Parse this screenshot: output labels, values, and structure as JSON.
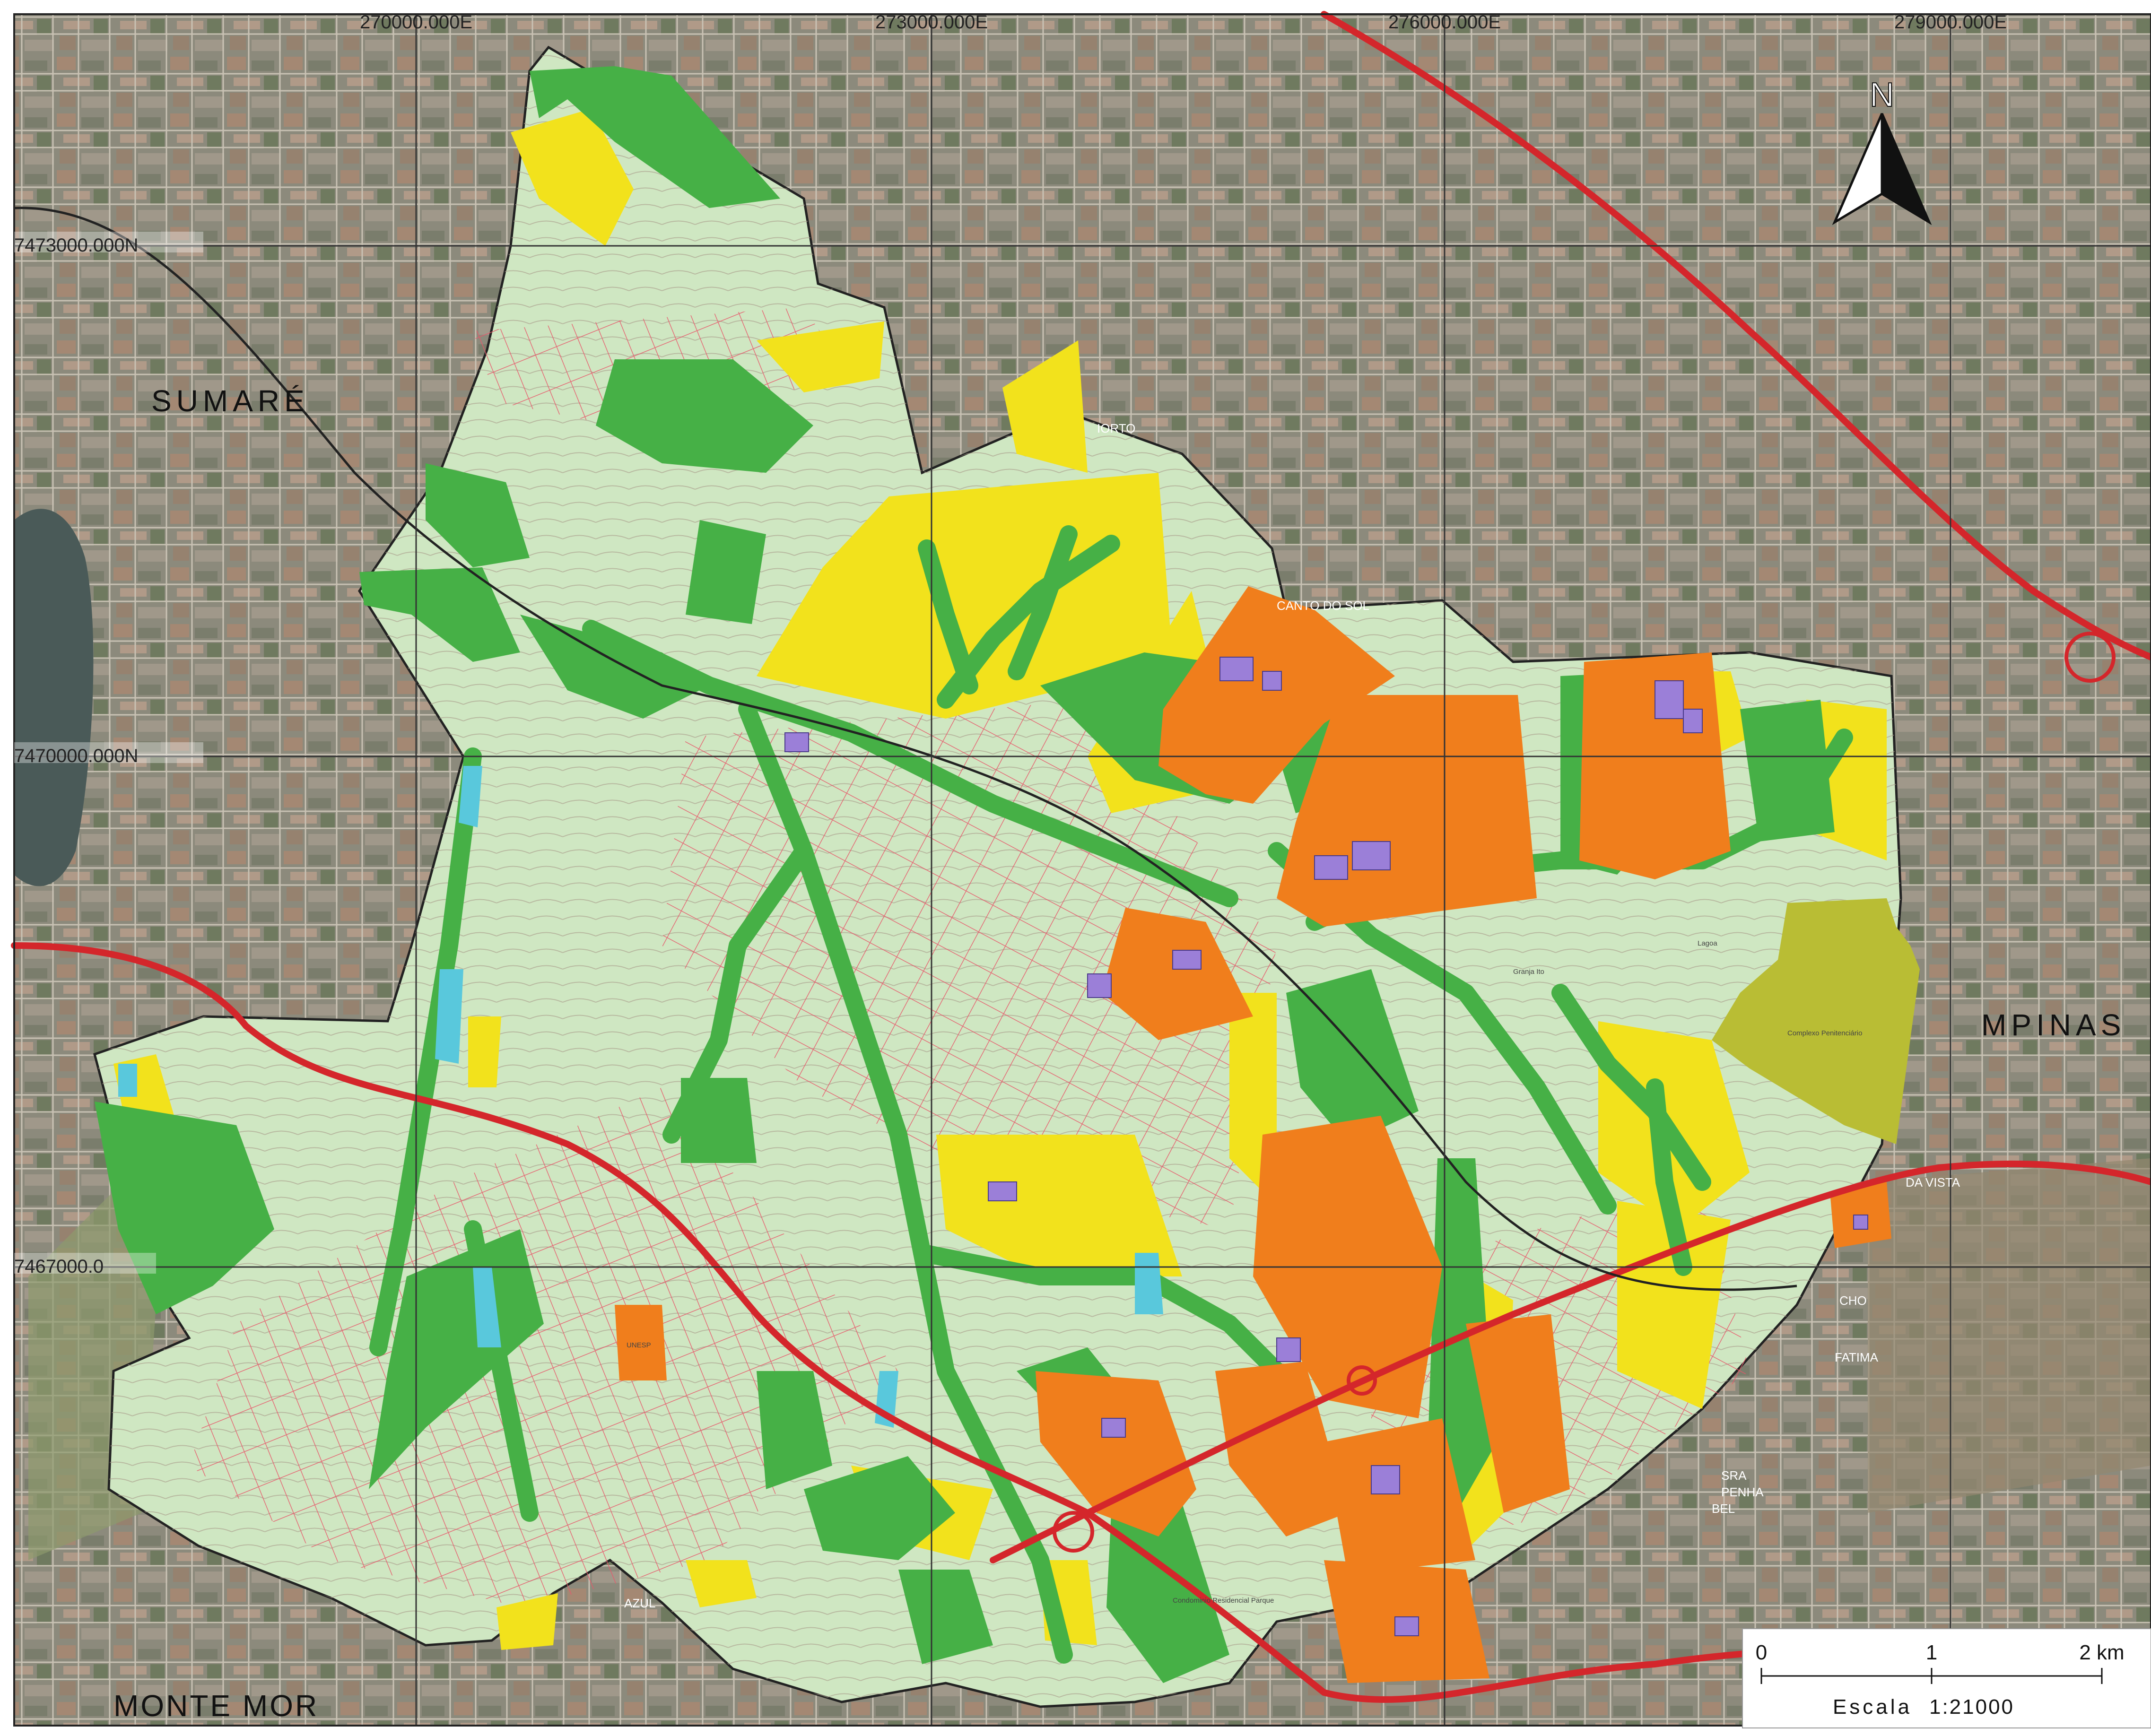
{
  "grid": {
    "x_labels": [
      "270000.000E",
      "273000.000E",
      "276000.000E",
      "279000.000E"
    ],
    "y_labels": [
      "7473000.000N",
      "7470000.000N",
      "7467000.0"
    ]
  },
  "municipalities": {
    "sumare": "SUMARÉ",
    "campinas": "MPINAS",
    "monte_mor": "MONTE MOR"
  },
  "places": {
    "canto_do_sol": "CANTO DO SOL",
    "porto": "IORTO",
    "fatima": "FATIMA",
    "vista": "DA VISTA",
    "azul": "AZUL",
    "sra": "SRA",
    "penha": "PENHA",
    "bel": "BEL",
    "cho": "CHO"
  },
  "map_annotations": {
    "unesp": "UNESP",
    "condominio": "Condominio Residencial Parque",
    "complexo": "Complexo Penitenciário",
    "lagoa": "Lagoa",
    "granja": "Granja Ito"
  },
  "north_arrow": {
    "label": "N"
  },
  "scale_bar": {
    "ticks": [
      "0",
      "1",
      "2 km"
    ],
    "caption": "Escala",
    "ratio": "1:21000"
  },
  "colors": {
    "urban_zone": "#cfe7c2",
    "green_area": "#46b046",
    "yellow_zone": "#f2e21c",
    "industrial_zone": "#f07e1c",
    "penitentiary_zone": "#b9bd34",
    "water": "#59c8dc",
    "roads": "#e8566a",
    "highway": "#d4262b",
    "buildings": "#9b7fd8"
  }
}
